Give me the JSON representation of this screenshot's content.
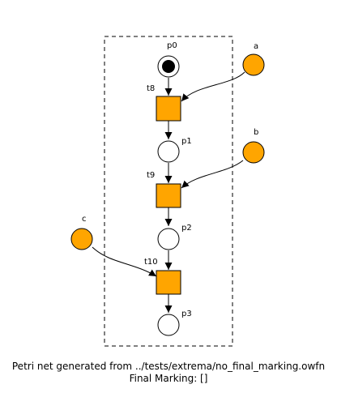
{
  "petri_net": {
    "colors": {
      "accent": "#ffa500",
      "place_fill": "#ffffff",
      "token": "#000000",
      "stroke": "#000000"
    },
    "places": {
      "p0": {
        "label": "p0",
        "tokens": 1
      },
      "p1": {
        "label": "p1",
        "tokens": 0
      },
      "p2": {
        "label": "p2",
        "tokens": 0
      },
      "p3": {
        "label": "p3",
        "tokens": 0
      }
    },
    "transitions": {
      "t8": {
        "label": "t8"
      },
      "t9": {
        "label": "t9"
      },
      "t10": {
        "label": "t10"
      }
    },
    "interface_places": {
      "a": {
        "label": "a"
      },
      "b": {
        "label": "b"
      },
      "c": {
        "label": "c"
      }
    }
  },
  "caption": {
    "line1": "Petri net generated from ../tests/extrema/no_final_marking.owfn",
    "line2": "Final Marking: []"
  }
}
